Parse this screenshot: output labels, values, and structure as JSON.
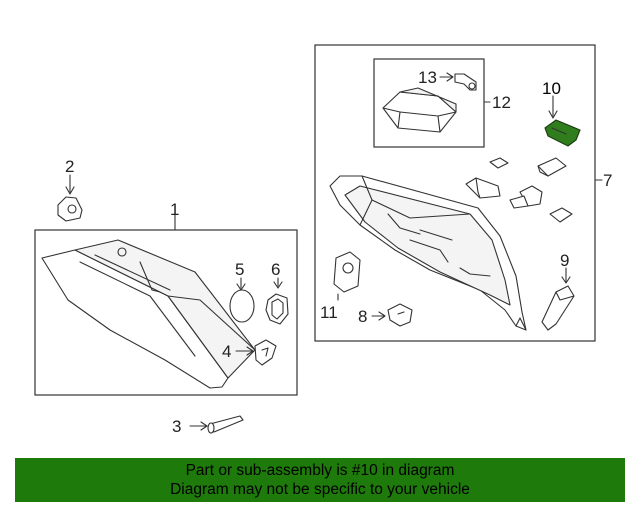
{
  "diagram": {
    "callouts": [
      {
        "id": "1",
        "text": "1"
      },
      {
        "id": "2",
        "text": "2"
      },
      {
        "id": "3",
        "text": "3"
      },
      {
        "id": "4",
        "text": "4"
      },
      {
        "id": "5",
        "text": "5"
      },
      {
        "id": "6",
        "text": "6"
      },
      {
        "id": "7",
        "text": "7"
      },
      {
        "id": "8",
        "text": "8"
      },
      {
        "id": "9",
        "text": "9"
      },
      {
        "id": "10",
        "text": "10"
      },
      {
        "id": "11",
        "text": "11"
      },
      {
        "id": "12",
        "text": "12"
      },
      {
        "id": "13",
        "text": "13"
      }
    ],
    "highlighted_part": "10",
    "highlight_color": "#2f7d1c"
  },
  "banner": {
    "line1": "Part or sub-assembly is #10 in diagram",
    "line2": "Diagram may not be specific to your vehicle",
    "background": "#1e7a0a"
  }
}
